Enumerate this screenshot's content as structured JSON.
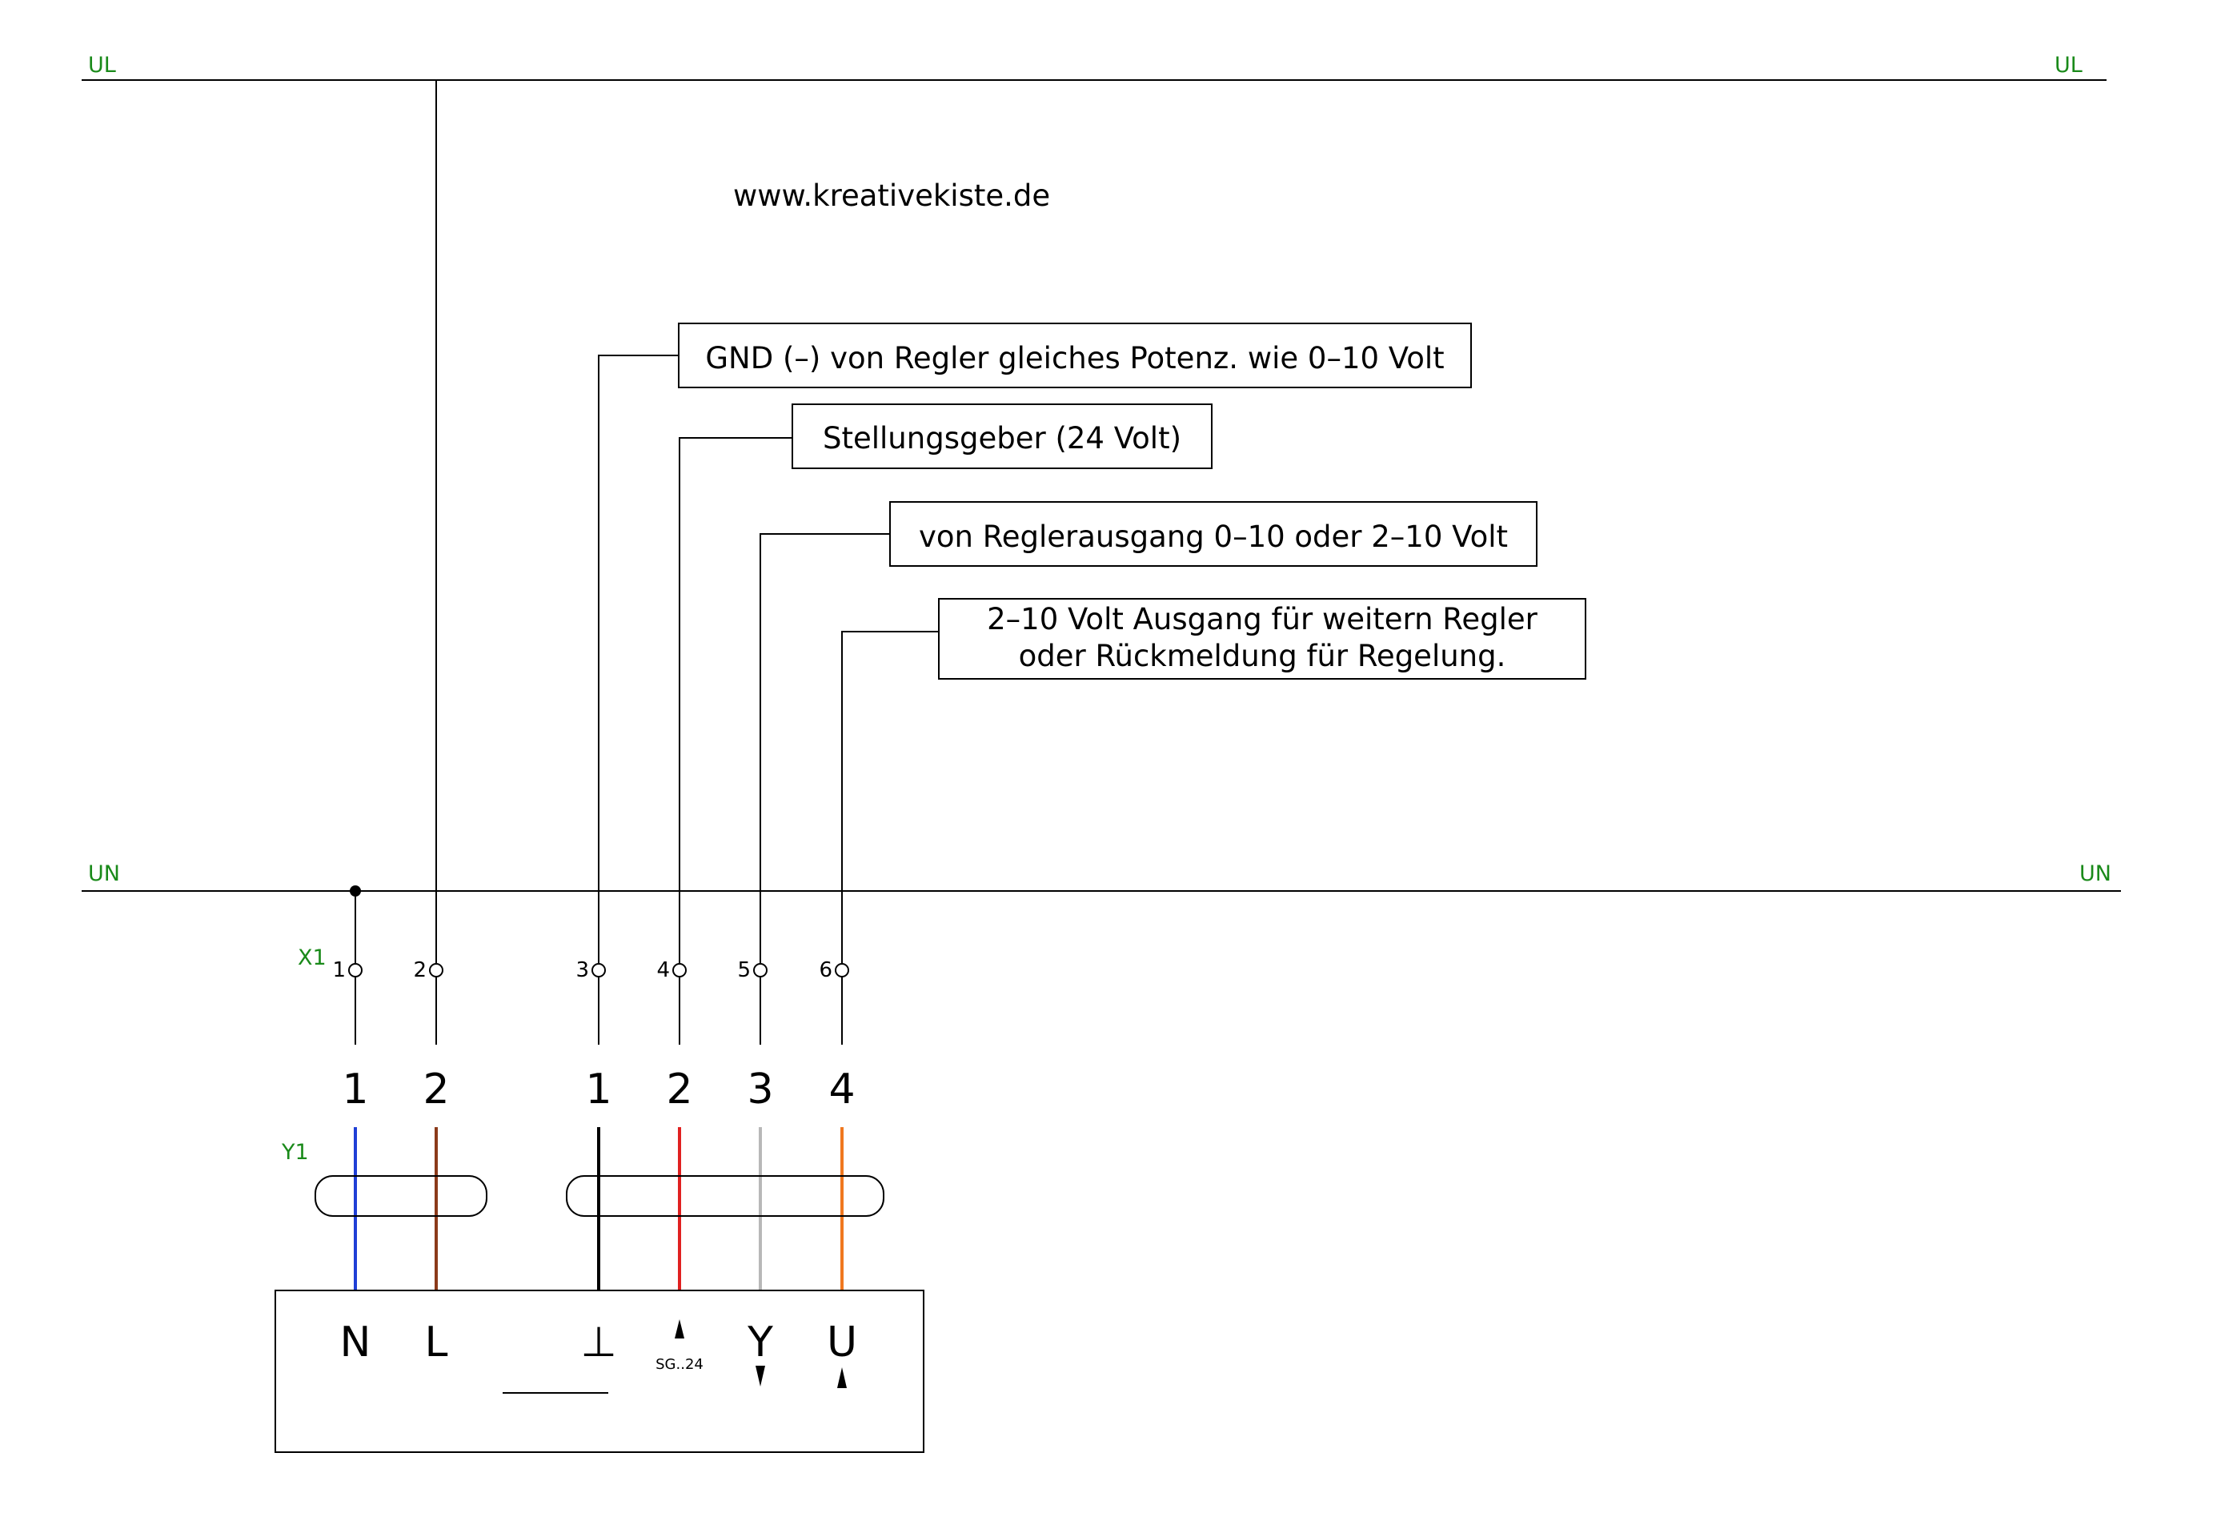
{
  "rails": {
    "top_left": "UL",
    "top_right": "UL",
    "bottom_left": "UN",
    "bottom_right": "UN",
    "label_color": "#1a8a1a"
  },
  "website": "www.kreativekiste.de",
  "labels": {
    "gnd": "GND (–) von Regler gleiches Potenz. wie 0–10 Volt",
    "stellungsgeber": "Stellungsgeber (24 Volt)",
    "regler": "von Reglerausgang 0–10 oder 2–10 Volt",
    "ausgang_line1": "2–10 Volt Ausgang für weitern Regler",
    "ausgang_line2": "oder Rückmeldung für Regelung."
  },
  "terminal_block": {
    "name": "X1",
    "terminals": [
      "1",
      "2",
      "3",
      "4",
      "5",
      "6"
    ]
  },
  "cable": {
    "name": "Y1",
    "wire_numbers": [
      "1",
      "2",
      "1",
      "2",
      "3",
      "4"
    ],
    "wire_colors": [
      "#1f3fd6",
      "#8b3a1a",
      "#000000",
      "#e02020",
      "#b8b8b8",
      "#f07820"
    ]
  },
  "device": {
    "pins": [
      "N",
      "L",
      "⊥",
      "",
      "Y",
      "U"
    ],
    "sg_label": "SG..24"
  }
}
